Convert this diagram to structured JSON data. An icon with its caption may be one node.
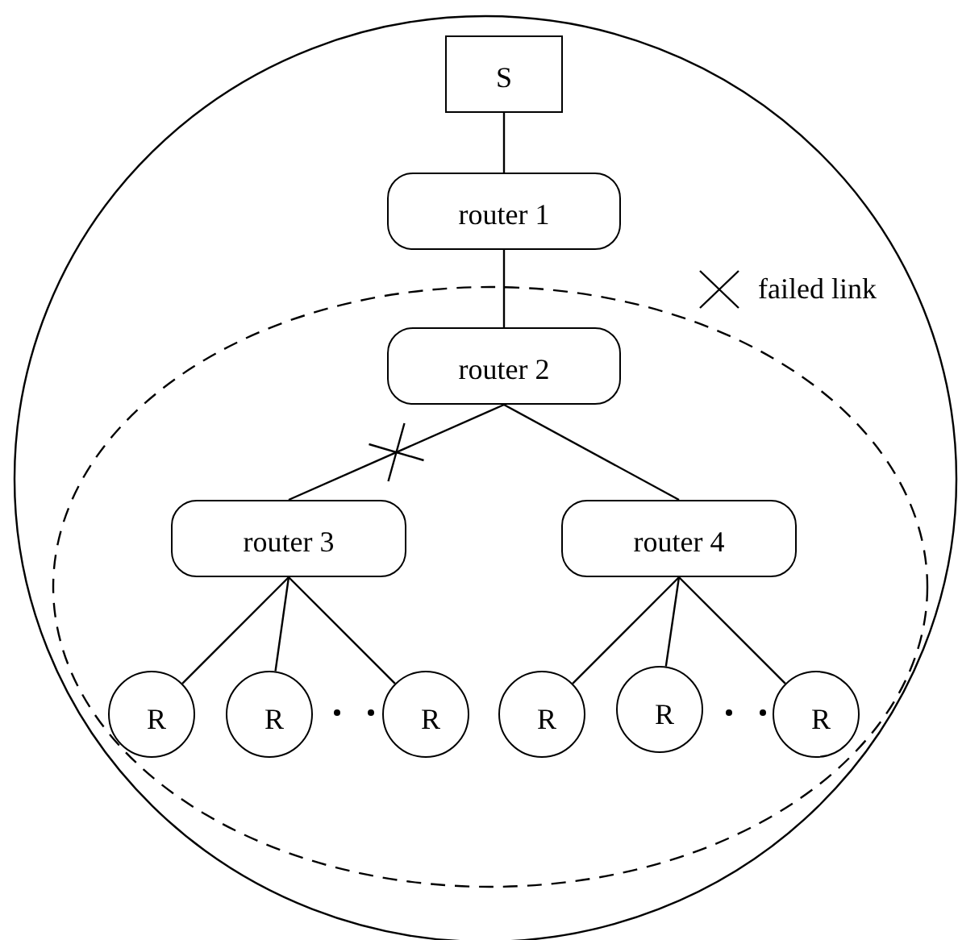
{
  "diagram": {
    "nodes": [
      {
        "text": [
          "S"
        ]
      },
      {
        "text": [
          "router 1"
        ]
      },
      {
        "text": [
          "router 2"
        ]
      },
      {
        "text": [
          "router 3"
        ]
      },
      {
        "text": [
          "router 4"
        ]
      },
      {
        "text": [
          "R"
        ]
      },
      {
        "text": [
          "R"
        ]
      },
      {
        "text": [
          "R"
        ]
      },
      {
        "text": [
          "R"
        ]
      },
      {
        "text": [
          "R"
        ]
      },
      {
        "text": [
          "R"
        ]
      }
    ],
    "edges": [
      {
        "from": 0,
        "to": 1,
        "arrow": "none"
      },
      {
        "from": 1,
        "to": 2,
        "arrow": "none"
      },
      {
        "from": 2,
        "to": 3,
        "arrow": "none"
      },
      {
        "from": 2,
        "to": 4,
        "arrow": "none"
      },
      {
        "from": 3,
        "to": 5,
        "arrow": "none"
      },
      {
        "from": 3,
        "to": 6,
        "arrow": "none"
      },
      {
        "from": 3,
        "to": 7,
        "arrow": "none"
      },
      {
        "from": 4,
        "to": 8,
        "arrow": "none"
      },
      {
        "from": 4,
        "to": 9,
        "arrow": "none"
      },
      {
        "from": 4,
        "to": 10,
        "arrow": "none"
      }
    ],
    "legend": [
      {
        "text": "failed link"
      }
    ]
  }
}
